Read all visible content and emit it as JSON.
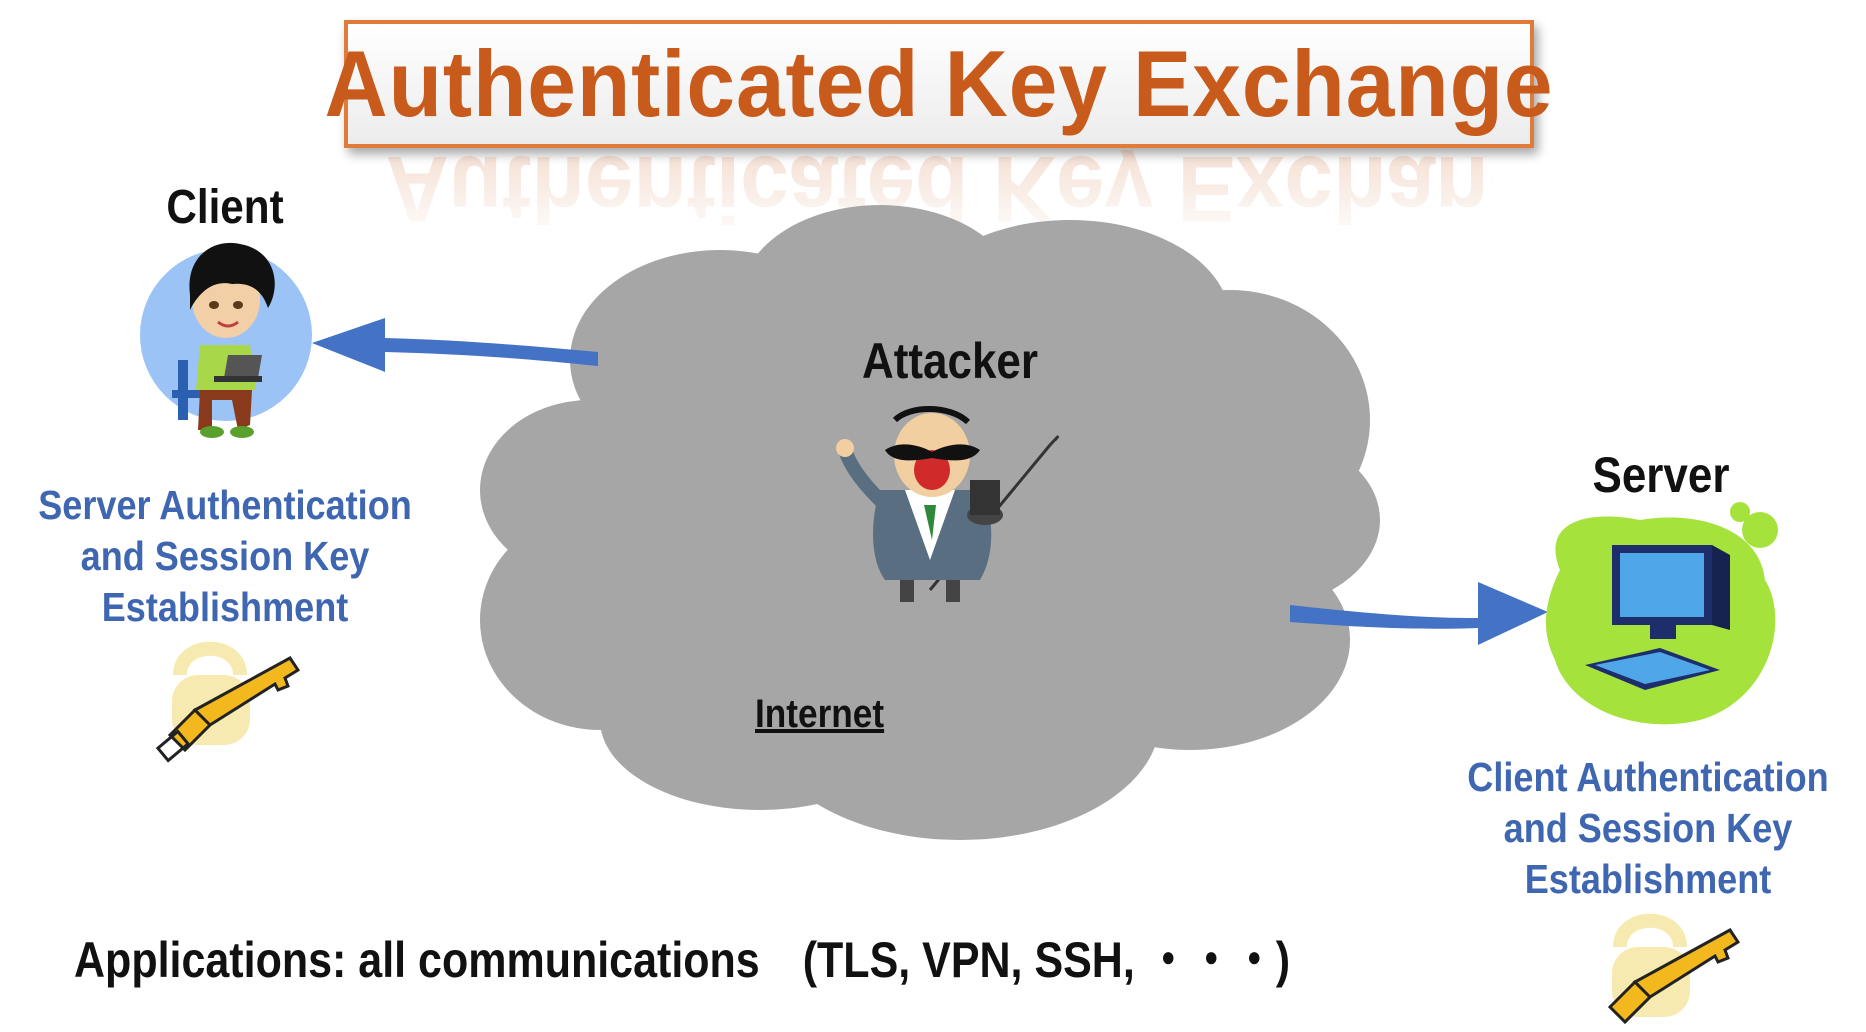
{
  "title": "Authenticated Key Exchange",
  "client": {
    "label": "Client",
    "caption_lines": [
      "Server Authentication",
      "and Session Key",
      "Establishment"
    ]
  },
  "server": {
    "label": "Server",
    "caption_lines": [
      "Client Authentication",
      "and Session Key",
      "Establishment"
    ]
  },
  "cloud": {
    "attacker_label": "Attacker",
    "network_label": "Internet"
  },
  "applications": "Applications: all communications　(TLS, VPN, SSH, ・・・)",
  "colors": {
    "title_orange": "#c85a1b",
    "title_border": "#e07b39",
    "caption_blue": "#3f67b1",
    "arrow_blue": "#4472c4",
    "cloud_gray": "#a6a6a6",
    "client_circle": "#9cc3f5",
    "server_blob": "#a6e23c",
    "key_gold": "#f2b81e"
  },
  "icons": [
    "client-person-icon",
    "attacker-villain-icon",
    "server-computer-icon",
    "key-icon",
    "lock-icon"
  ]
}
